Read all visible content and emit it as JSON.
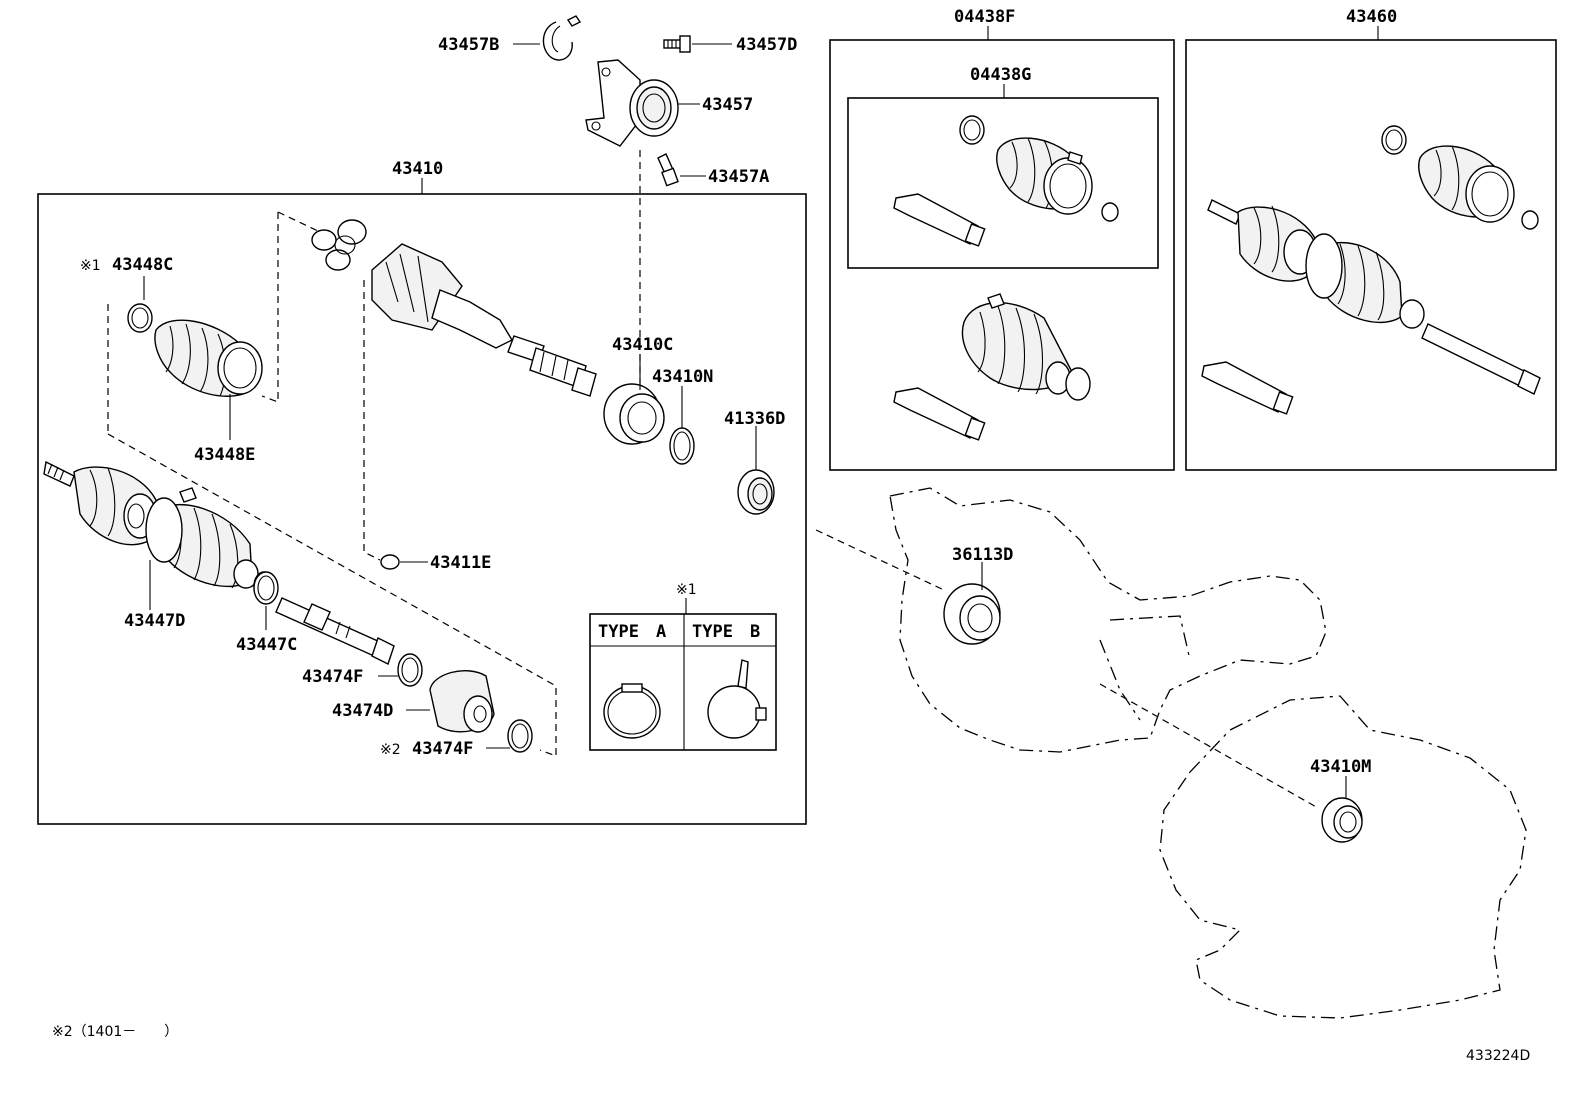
{
  "diagram_id": "433224D",
  "footnote": "※2（1401－　　）",
  "type_legend": {
    "marker": "※1",
    "type_a": "TYPE　A",
    "type_b": "TYPE　B"
  },
  "parts": {
    "p43457B": "43457B",
    "p43457D": "43457D",
    "p43457": "43457",
    "p43457A": "43457A",
    "p43410": "43410",
    "p43448C": "43448C",
    "p43448C_mark": "※1",
    "p43448E": "43448E",
    "p43410C": "43410C",
    "p43410N": "43410N",
    "p41336D": "41336D",
    "p43411E": "43411E",
    "p43447D": "43447D",
    "p43447C": "43447C",
    "p43474F_a": "43474F",
    "p43474D": "43474D",
    "p43474F_b": "43474F",
    "p43474F_b_mark": "※2",
    "p04438F": "04438F",
    "p04438G": "04438G",
    "p43460": "43460",
    "p36113D": "36113D",
    "p43410M": "43410M"
  }
}
